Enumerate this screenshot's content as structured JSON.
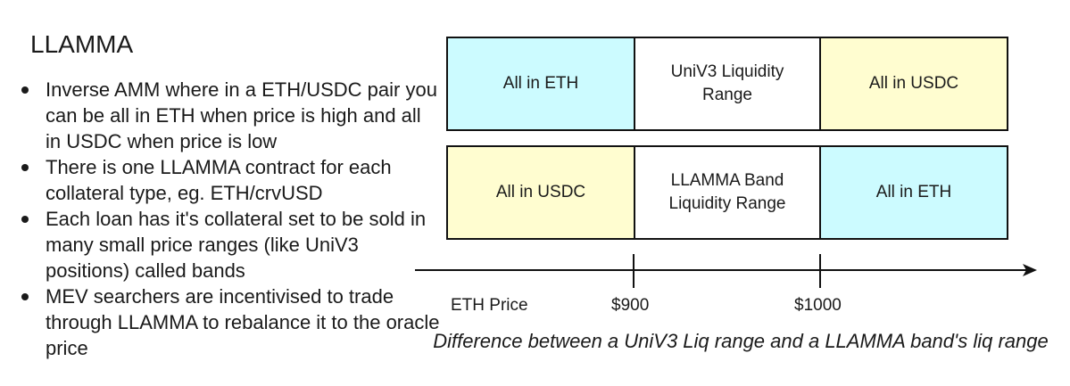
{
  "title": "LLAMMA",
  "bullets": [
    "Inverse AMM where in a ETH/USDC pair you can be all in ETH when price is high and all in USDC when price is low",
    "There is one LLAMMA contract for each collateral type, eg. ETH/crvUSD",
    "Each loan has it's collateral set to be sold in many small price ranges (like UniV3 positions) called bands",
    "MEV searchers are incentivised to trade through LLAMMA to rebalance it to the oracle price"
  ],
  "diagram": {
    "univ3_row": {
      "left": "All in ETH",
      "middle": "UniV3 Liquidity Range",
      "right": "All in USDC"
    },
    "llamma_row": {
      "left": "All in USDC",
      "middle": "LLAMMA Band Liquidity Range",
      "right": "All in ETH"
    },
    "axis": {
      "label": "ETH Price",
      "ticks": [
        "$900",
        "$1000"
      ]
    },
    "caption": "Difference between a UniV3 Liq range and a LLAMMA band's liq range",
    "colors": {
      "eth_fill": "#ccfbff",
      "usdc_fill": "#fffdd0",
      "border": "#111111"
    }
  }
}
